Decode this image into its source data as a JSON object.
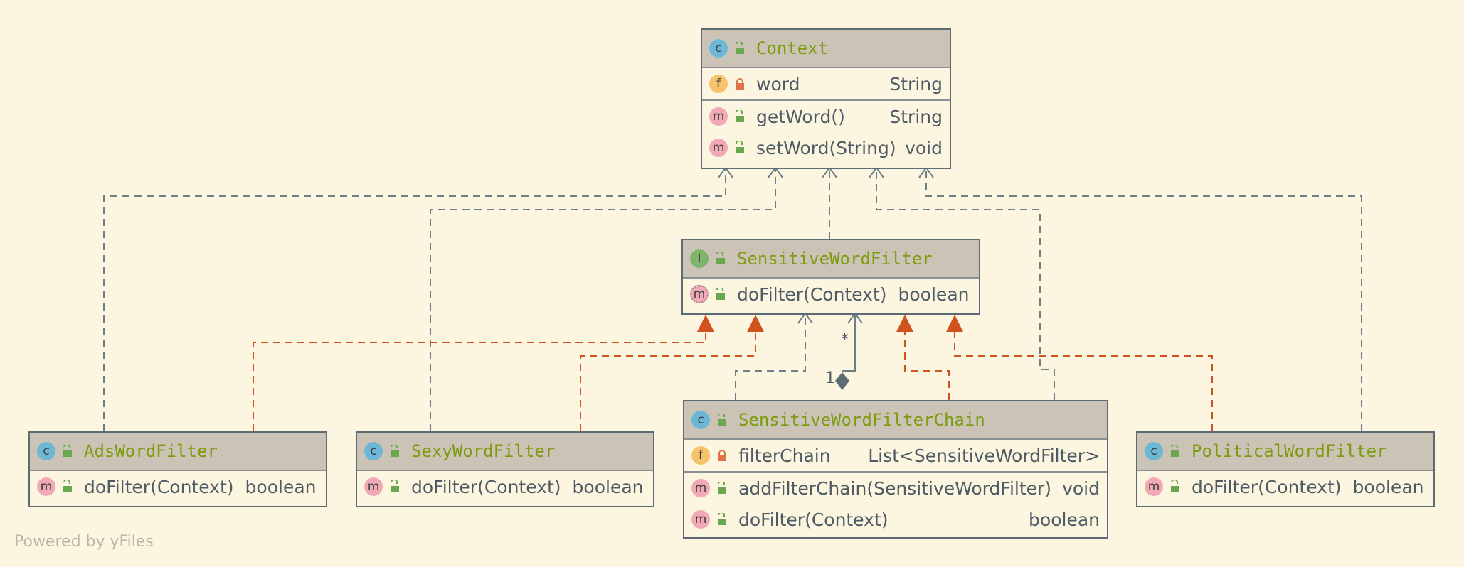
{
  "classes": {
    "context": {
      "name": "Context",
      "kind_badge": "c",
      "field": {
        "badge": "f",
        "name": "word",
        "type": "String"
      },
      "methods": [
        {
          "badge": "m",
          "name": "getWord()",
          "type": "String"
        },
        {
          "badge": "m",
          "name": "setWord(String)",
          "type": "void"
        }
      ]
    },
    "sensitive_word_filter": {
      "name": "SensitiveWordFilter",
      "kind_badge": "I",
      "methods": [
        {
          "badge": "m",
          "name": "doFilter(Context)",
          "type": "boolean"
        }
      ]
    },
    "ads_word_filter": {
      "name": "AdsWordFilter",
      "kind_badge": "c",
      "methods": [
        {
          "badge": "m",
          "name": "doFilter(Context)",
          "type": "boolean"
        }
      ]
    },
    "sexy_word_filter": {
      "name": "SexyWordFilter",
      "kind_badge": "c",
      "methods": [
        {
          "badge": "m",
          "name": "doFilter(Context)",
          "type": "boolean"
        }
      ]
    },
    "sensitive_word_filter_chain": {
      "name": "SensitiveWordFilterChain",
      "kind_badge": "c",
      "field": {
        "badge": "f",
        "name": "filterChain",
        "type": "List<SensitiveWordFilter>"
      },
      "methods": [
        {
          "badge": "m",
          "name": "addFilterChain(SensitiveWordFilter)",
          "type": "void"
        },
        {
          "badge": "m",
          "name": "doFilter(Context)",
          "type": "boolean"
        }
      ]
    },
    "political_word_filter": {
      "name": "PoliticalWordFilter",
      "kind_badge": "c",
      "methods": [
        {
          "badge": "m",
          "name": "doFilter(Context)",
          "type": "boolean"
        }
      ]
    }
  },
  "multiplicity": {
    "many": "*",
    "one": "1"
  },
  "watermark": "Powered by yFiles",
  "colors": {
    "background": "#fcf6e0",
    "header": "#cbc4b6",
    "class_name": "#7c9b0e",
    "dependency_edge": "#6f7f88",
    "realization_edge": "#d0531f",
    "unlocked_icon": "#6aa84f",
    "locked_icon": "#e0734a"
  }
}
